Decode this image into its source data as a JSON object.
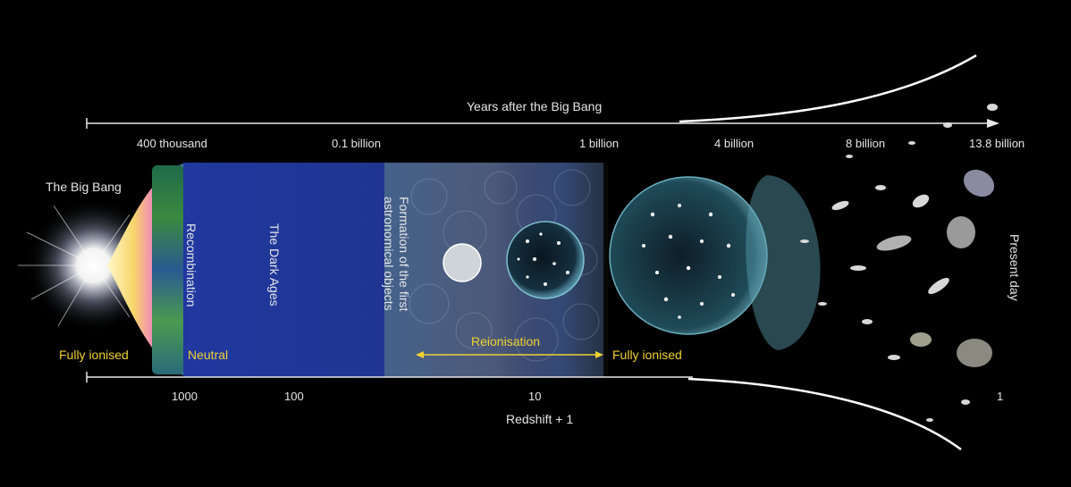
{
  "axes": {
    "top_title": "Years after the Big Bang",
    "top_ticks": [
      "400 thousand",
      "0.1 billion",
      "1 billion",
      "4 billion",
      "8 billion",
      "13.8 billion"
    ],
    "bottom_title": "Redshift + 1",
    "bottom_ticks": [
      "1000",
      "100",
      "10",
      "1"
    ]
  },
  "labels": {
    "big_bang": "The Big Bang",
    "fully_ionised_left": "Fully ionised",
    "neutral": "Neutral",
    "recombination": "Recombination",
    "dark_ages": "The Dark Ages",
    "formation_line1": "Formation of the first",
    "formation_line2": "astronomical objects",
    "reionisation": "Reionisation",
    "fully_ionised_right": "Fully ionised",
    "present_day": "Present day"
  },
  "colors": {
    "background": "#000000",
    "dark_ages_blue": "#20348c",
    "annotation_yellow": "#f0d230",
    "text": "#e6e6e6"
  }
}
